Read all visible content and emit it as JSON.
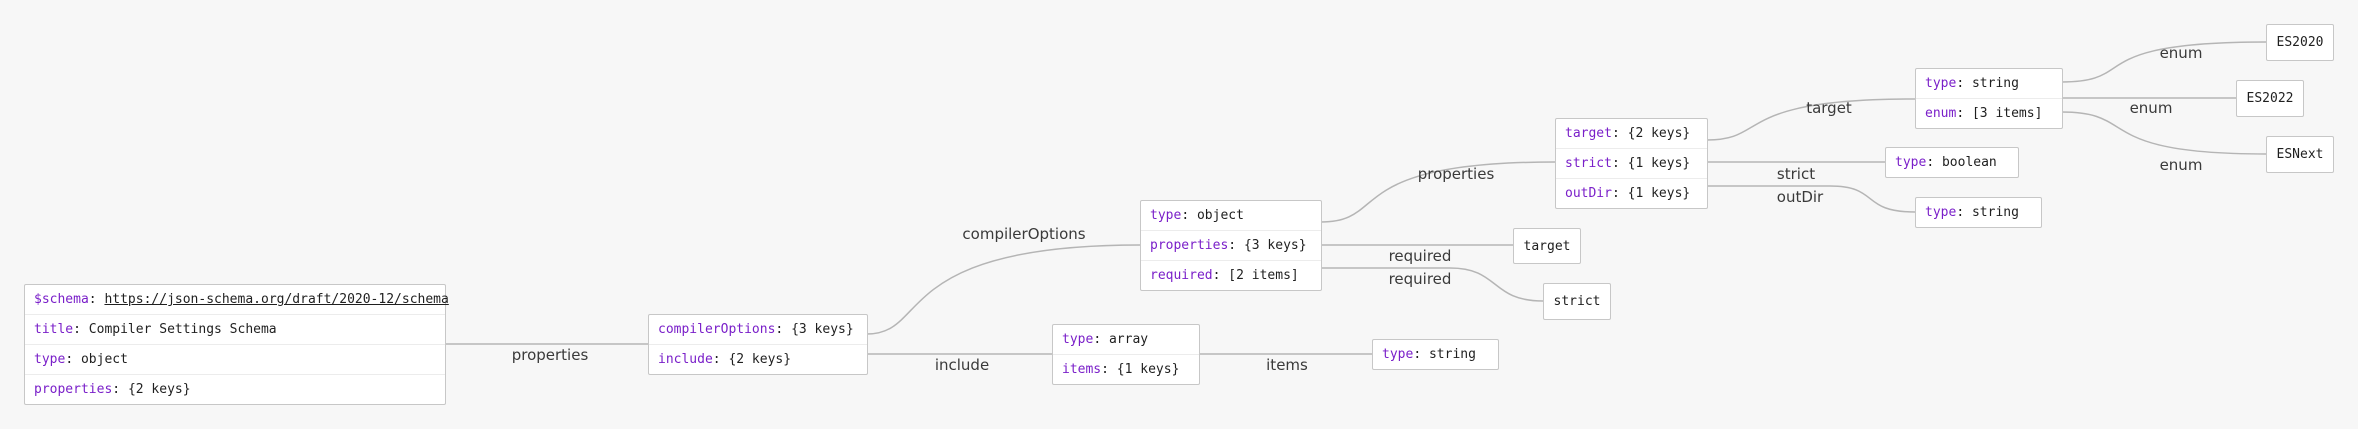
{
  "root": {
    "schema_key": "$schema",
    "schema_value": "https://json-schema.org/draft/2020-12/schema",
    "title_key": "title",
    "title_value": "Compiler Settings Schema",
    "type_key": "type",
    "type_value": "object",
    "properties_key": "properties",
    "properties_value": "{2 keys}"
  },
  "props": {
    "compilerOptions_key": "compilerOptions",
    "compilerOptions_value": "{3 keys}",
    "include_key": "include",
    "include_value": "{2 keys}"
  },
  "compilerOptions": {
    "type_key": "type",
    "type_value": "object",
    "properties_key": "properties",
    "properties_value": "{3 keys}",
    "required_key": "required",
    "required_value": "[2 items]"
  },
  "include": {
    "type_key": "type",
    "type_value": "array",
    "items_key": "items",
    "items_value": "{1 keys}"
  },
  "include_items": {
    "type_key": "type",
    "type_value": "string"
  },
  "coProps": {
    "target_key": "target",
    "target_value": "{2 keys}",
    "strict_key": "strict",
    "strict_value": "{1 keys}",
    "outDir_key": "outDir",
    "outDir_value": "{1 keys}"
  },
  "required_items": [
    "target",
    "strict"
  ],
  "target": {
    "type_key": "type",
    "type_value": "string",
    "enum_key": "enum",
    "enum_value": "[3 items]"
  },
  "strict": {
    "type_key": "type",
    "type_value": "boolean"
  },
  "outDir": {
    "type_key": "type",
    "type_value": "string"
  },
  "enum_items": [
    "ES2020",
    "ES2022",
    "ESNext"
  ],
  "edge_labels": {
    "properties": "properties",
    "compilerOptions": "compilerOptions",
    "include": "include",
    "items": "items",
    "co_properties": "properties",
    "required_1": "required",
    "required_2": "required",
    "target": "target",
    "strict": "strict",
    "outDir": "outDir",
    "enum_1": "enum",
    "enum_2": "enum",
    "enum_3": "enum"
  }
}
